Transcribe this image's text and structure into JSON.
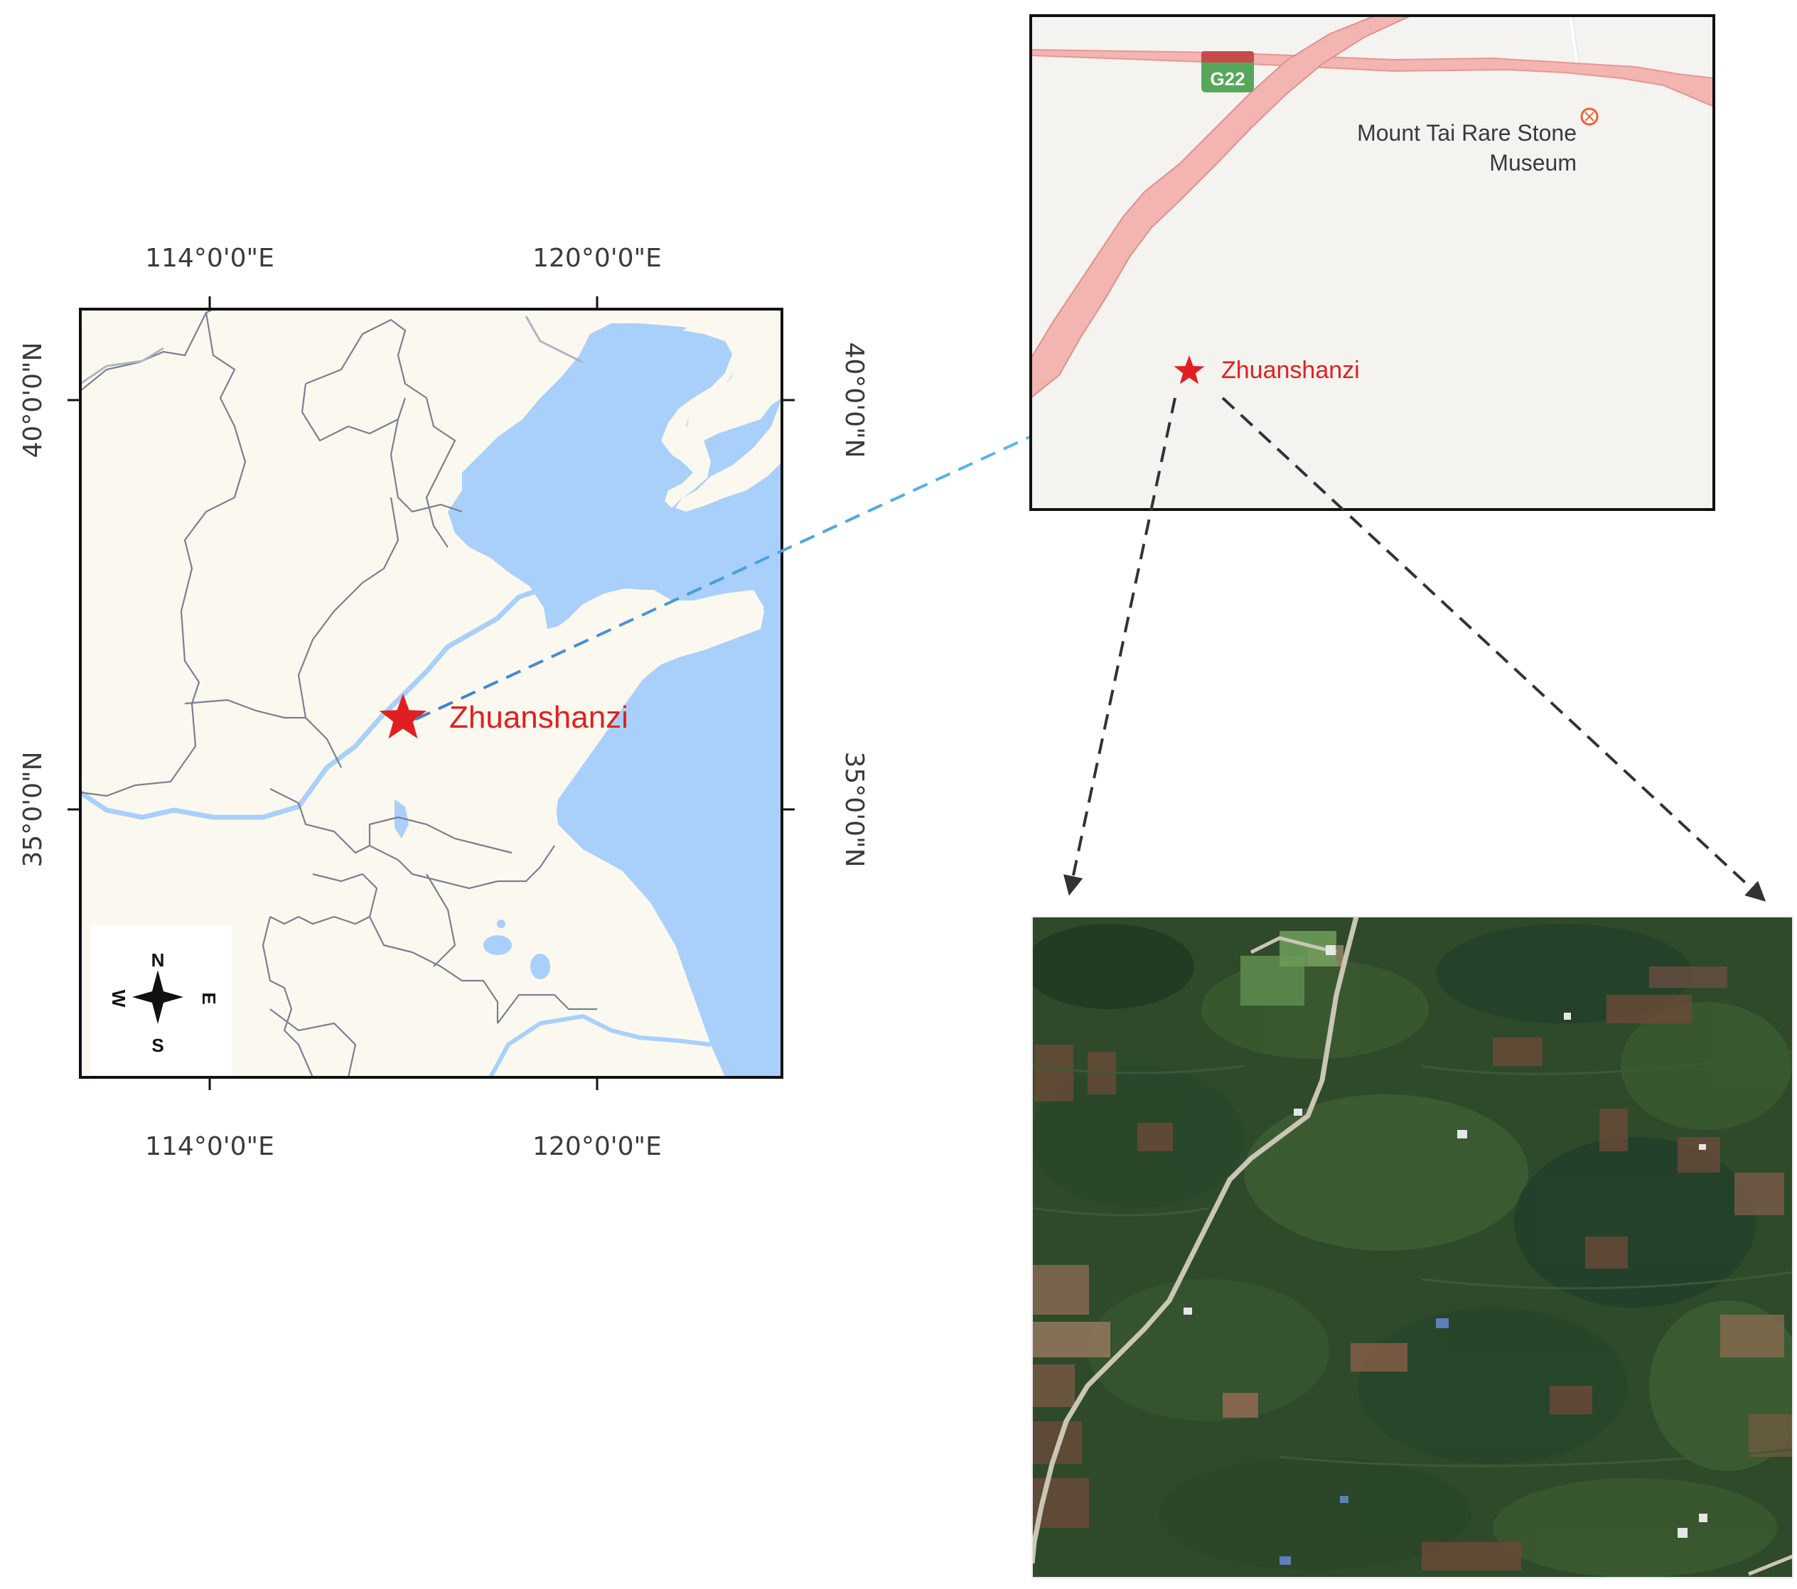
{
  "regional_map": {
    "lon_ticks": [
      "114°0'0\"E",
      "120°0'0\"E"
    ],
    "lat_ticks": [
      "40°0'0\"N",
      "35°0'0\"N"
    ],
    "site_label": "Zhuanshanzi",
    "compass": {
      "n": "N",
      "s": "S",
      "e": "E",
      "w": "W"
    }
  },
  "street_map": {
    "road_shield": "G22",
    "poi_line1": "Mount Tai Rare Stone",
    "poi_line2": "Museum",
    "site_label": "Zhuanshanzi"
  },
  "colors": {
    "water": "#a8d0fa",
    "land": "#fbf9ef",
    "border": "#7a7f92",
    "star": "#e02020",
    "leader_blue": "#4a90d9",
    "road": "#f0a8a8",
    "satellite": "#2e4a2a"
  }
}
